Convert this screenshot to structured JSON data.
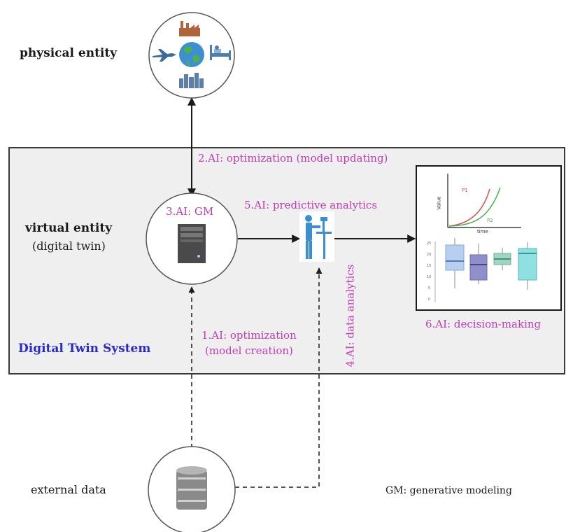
{
  "physical_entity": {
    "label": "physical entity"
  },
  "virtual_entity": {
    "label_line1": "virtual entity",
    "label_line2": "(digital twin)"
  },
  "external_data": {
    "label": "external data"
  },
  "system": {
    "title": "Digital Twin System"
  },
  "steps": {
    "step1_line1": "1.AI: optimization",
    "step1_line2": "(model creation)",
    "step2": "2.AI: optimization (model updating)",
    "step3": "3.AI: GM",
    "step4": "4.AI: data analytics",
    "step5": "5.AI: predictive analytics",
    "step6": "6.AI: decision-making"
  },
  "legend": {
    "gm_note": "GM: generative modeling"
  },
  "colors": {
    "magenta_text": "#c23cb5",
    "system_title": "#2a2ad0",
    "system_box_fill": "#efefef"
  },
  "icons": {
    "physical": [
      "factory-icon",
      "airplane-icon",
      "globe-icon",
      "hospital-bed-icon",
      "city-skyline-icon"
    ],
    "virtual": "server-tower-icon",
    "analyst": "person-at-standing-desk-icon",
    "database": "database-icon"
  },
  "inset_charts": {
    "line_chart": {
      "ylabel": "Value",
      "xlabel": "time",
      "series": [
        {
          "name": "P1"
        },
        {
          "name": "P2"
        }
      ]
    },
    "box_plot": {
      "y_ticks": [
        "0",
        "5",
        "10",
        "15",
        "20",
        "25"
      ]
    }
  }
}
